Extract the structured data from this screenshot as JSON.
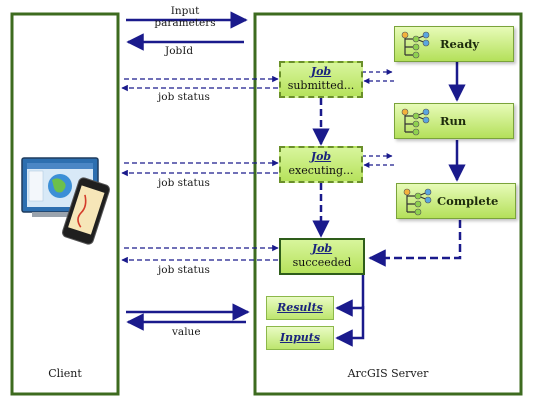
{
  "panels": {
    "client_label": "Client",
    "server_label": "ArcGIS Server"
  },
  "messages": {
    "input_parameters_line1": "Input",
    "input_parameters_line2": "parameters",
    "jobid": "JobId",
    "job_status_1": "job status",
    "job_status_2": "job status",
    "job_status_3": "job status",
    "value": "value"
  },
  "job_boxes": [
    {
      "link": "Job",
      "status": "submitted..."
    },
    {
      "link": "Job",
      "status": "executing..."
    },
    {
      "link": "Job",
      "status": "succeeded"
    }
  ],
  "states": [
    {
      "label": "Ready"
    },
    {
      "label": "Run"
    },
    {
      "label": "Complete"
    }
  ],
  "outputs": {
    "results": "Results",
    "inputs": "Inputs"
  },
  "colors": {
    "panel_border": "#3d6b1f",
    "arrow_blue": "#1a1a8c",
    "box_green": "#b6e25c"
  },
  "icons": [
    "client-device-icon",
    "workflow-tree-icon"
  ]
}
